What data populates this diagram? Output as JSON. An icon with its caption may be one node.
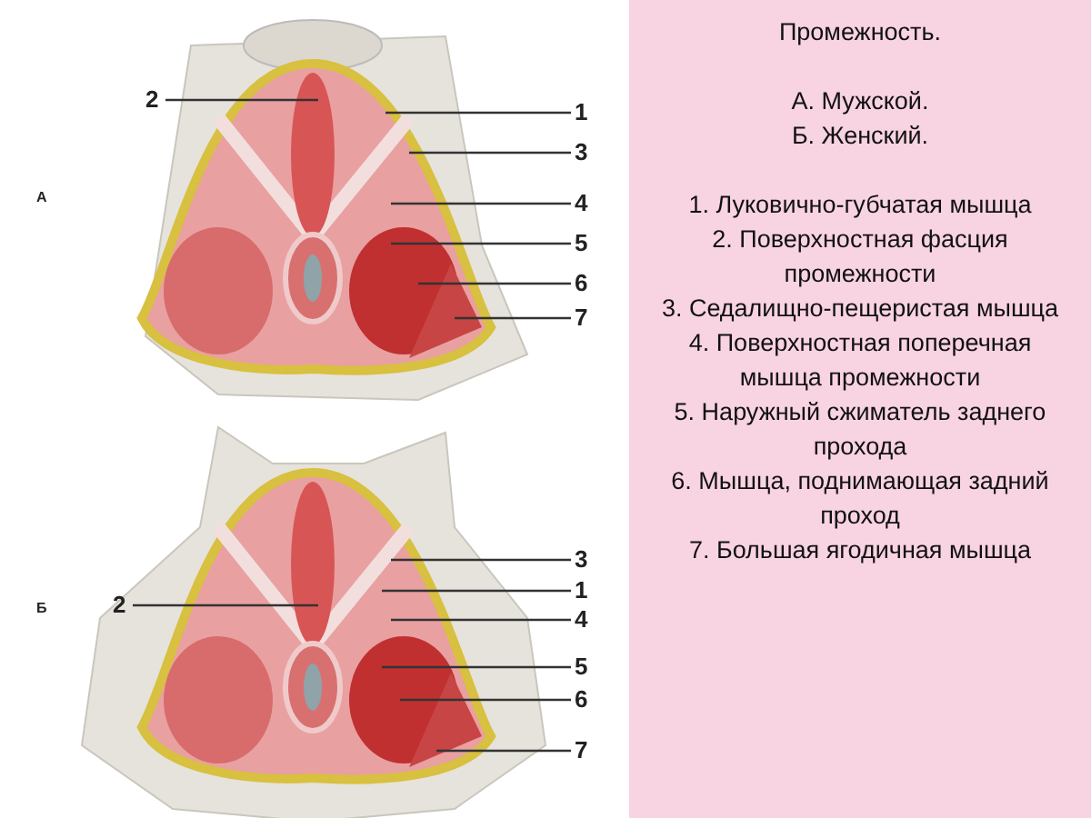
{
  "diagram": {
    "title": "Промежность.",
    "nodes": [
      {
        "text": [
          "1"
        ]
      },
      {
        "text": [
          "2"
        ]
      },
      {
        "text": [
          "3"
        ]
      },
      {
        "text": [
          "4"
        ]
      },
      {
        "text": [
          "5"
        ]
      },
      {
        "text": [
          "6"
        ]
      },
      {
        "text": [
          "7"
        ]
      },
      {
        "text": [
          "3"
        ]
      },
      {
        "text": [
          "1"
        ]
      },
      {
        "text": [
          "2"
        ]
      },
      {
        "text": [
          "4"
        ]
      },
      {
        "text": [
          "5"
        ]
      },
      {
        "text": [
          "6"
        ]
      },
      {
        "text": [
          "7"
        ]
      }
    ],
    "edges": [
      {
        "from": 0,
        "to": null,
        "arrow": "none"
      },
      {
        "from": 1,
        "to": null,
        "arrow": "none"
      },
      {
        "from": 2,
        "to": null,
        "arrow": "none"
      },
      {
        "from": 3,
        "to": null,
        "arrow": "none"
      },
      {
        "from": 4,
        "to": null,
        "arrow": "none"
      },
      {
        "from": 5,
        "to": null,
        "arrow": "none"
      },
      {
        "from": 6,
        "to": null,
        "arrow": "none"
      },
      {
        "from": 7,
        "to": null,
        "arrow": "none"
      },
      {
        "from": 8,
        "to": null,
        "arrow": "none"
      },
      {
        "from": 9,
        "to": null,
        "arrow": "none"
      },
      {
        "from": 10,
        "to": null,
        "arrow": "none"
      },
      {
        "from": 11,
        "to": null,
        "arrow": "none"
      },
      {
        "from": 12,
        "to": null,
        "arrow": "none"
      },
      {
        "from": 13,
        "to": null,
        "arrow": "none"
      }
    ],
    "labels": [
      "А. Мужской.",
      "Б. Женский.",
      "1. Луковично-губчатая мышца",
      "2. Поверхностная фасция промежности",
      "3. Седалищно-пещеристая мышца",
      "4. Поверхностная поперечная мышца промежности",
      "5. Наружный сжиматель заднего прохода",
      "6. Мышца, поднимающая задний проход",
      "7. Большая ягодичная мышца",
      "А",
      "Б"
    ]
  }
}
